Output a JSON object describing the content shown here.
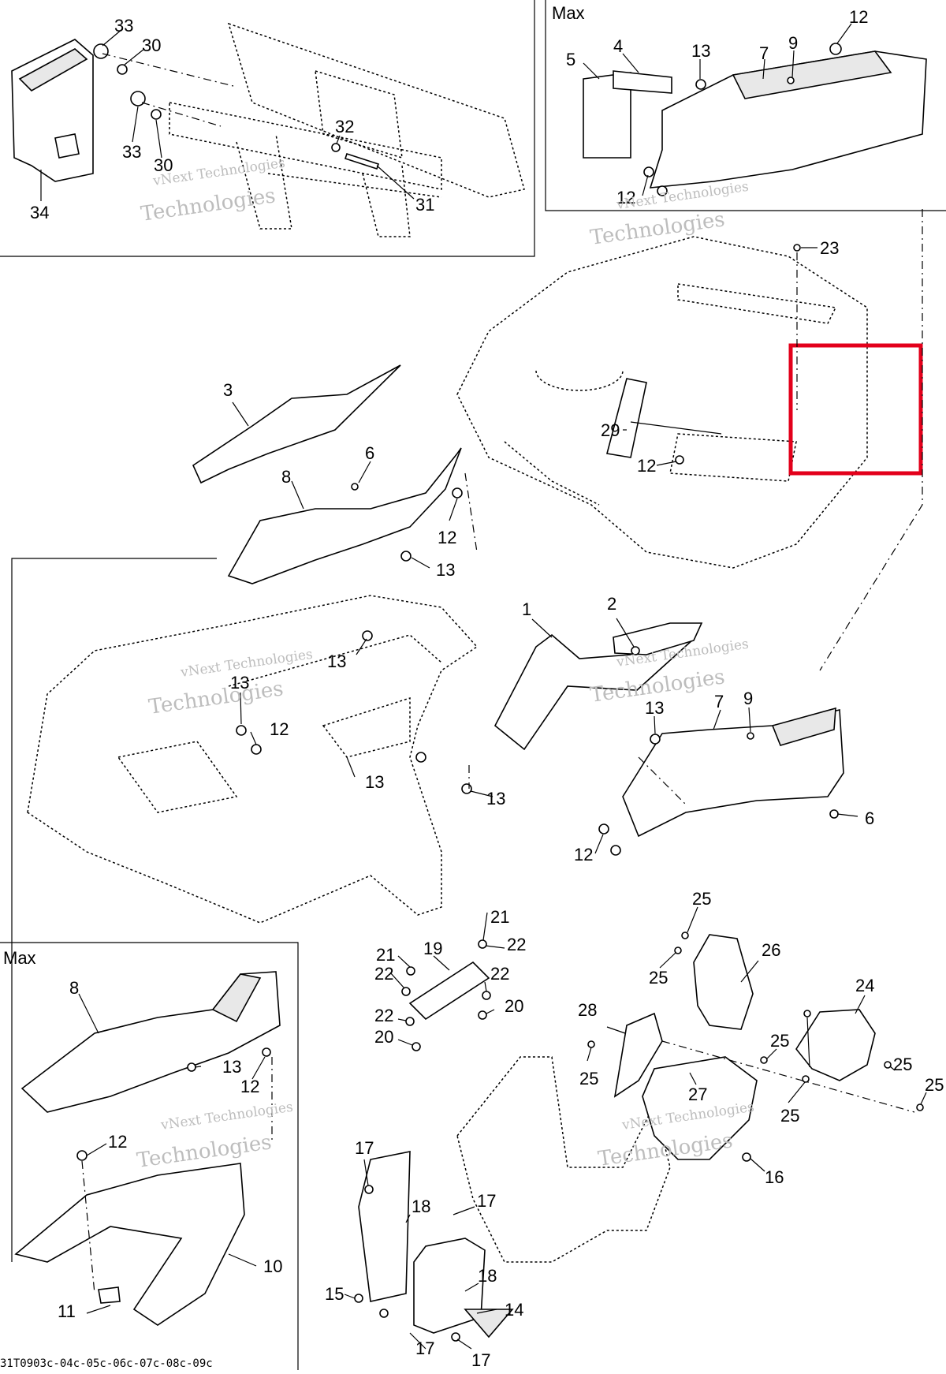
{
  "panel_titles": {
    "top_right": "Max",
    "bottom_left": "Max"
  },
  "watermark": {
    "line1": "vNext Technologies",
    "line2": "Technologies"
  },
  "reference_code": "31T0903c-04c-05c-06c-07c-08c-09c",
  "callouts": {
    "tl": [
      "33",
      "30",
      "33",
      "30",
      "34",
      "32",
      "31"
    ],
    "tr": [
      "5",
      "4",
      "13",
      "7",
      "9",
      "12",
      "12"
    ],
    "mid": [
      "23",
      "3",
      "6",
      "8",
      "29",
      "12",
      "12",
      "13",
      "1",
      "2",
      "13",
      "9",
      "7",
      "6",
      "12",
      "13",
      "13",
      "13",
      "12",
      "13"
    ],
    "bl": [
      "8",
      "13",
      "12",
      "12",
      "10",
      "11"
    ],
    "bc": [
      "21",
      "19",
      "21",
      "22",
      "22",
      "22",
      "20",
      "22",
      "20",
      "17",
      "18",
      "17",
      "18",
      "15",
      "14",
      "17",
      "17"
    ],
    "br": [
      "25",
      "26",
      "25",
      "24",
      "28",
      "25",
      "27",
      "25",
      "25",
      "25",
      "25",
      "16"
    ]
  },
  "highlight_color": "#e3001b",
  "icons": [
    "bolt-icon",
    "washer-icon",
    "nut-icon"
  ]
}
